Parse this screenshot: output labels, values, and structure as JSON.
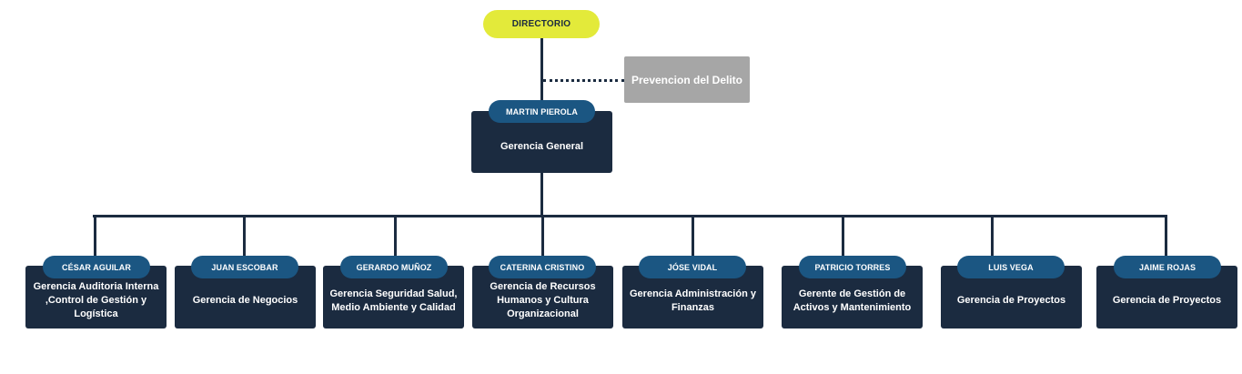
{
  "top": {
    "directorio": "DIRECTORIO",
    "prevencion": "Prevencion del Delito"
  },
  "general": {
    "person": "MARTIN PIEROLA",
    "role": "Gerencia General"
  },
  "departments": [
    {
      "person": "CÉSAR AGUILAR",
      "role": "Gerencia Auditoria Interna ,Control de Gestión y Logística"
    },
    {
      "person": "JUAN ESCOBAR",
      "role": "Gerencia de Negocios"
    },
    {
      "person": "GERARDO MUÑOZ",
      "role": "Gerencia Seguridad Salud, Medio Ambiente y Calidad"
    },
    {
      "person": "CATERINA CRISTINO",
      "role": "Gerencia de Recursos Humanos y Cultura Organizacional"
    },
    {
      "person": "JÓSE VIDAL",
      "role": "Gerencia Administración y Finanzas"
    },
    {
      "person": "PATRICIO TORRES",
      "role": "Gerente de Gestión de Activos y Mantenimiento"
    },
    {
      "person": "LUIS VEGA",
      "role": "Gerencia de Proyectos"
    },
    {
      "person": "JAIME ROJAS",
      "role": "Gerencia de Proyectos"
    }
  ],
  "colors": {
    "box": "#1b2b40",
    "pill": "#1b5682",
    "directorio": "#e3ea3a",
    "prevencion": "#a6a6a6"
  }
}
